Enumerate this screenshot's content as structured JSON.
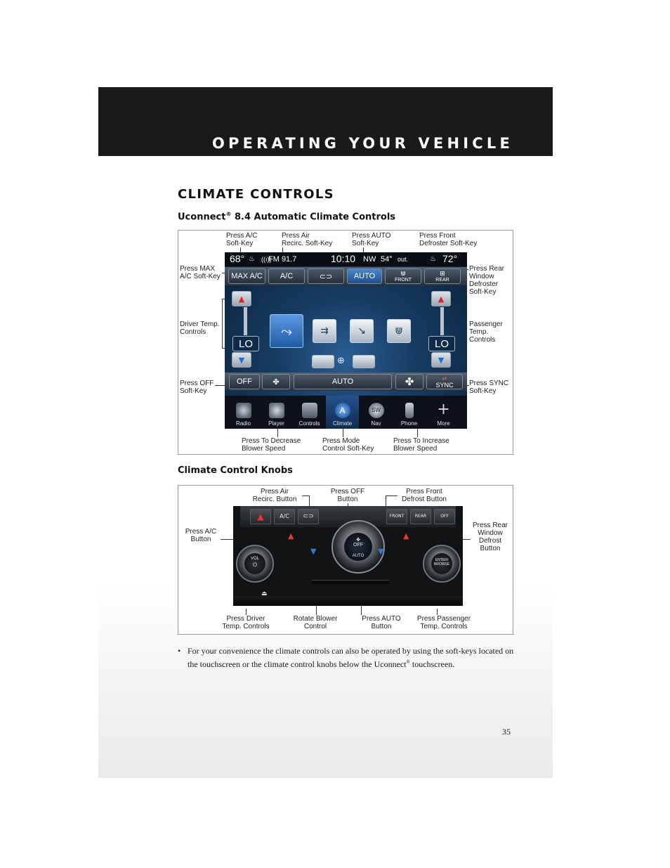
{
  "header": {
    "title": "OPERATING YOUR VEHICLE"
  },
  "section": {
    "title": "CLIMATE CONTROLS",
    "subtitle_prefix": "Uconnect",
    "subtitle_reg": "®",
    "subtitle_suffix": " 8.4 Automatic Climate Controls"
  },
  "figure1": {
    "callouts": {
      "ac_key": [
        "Press A/C",
        "Soft-Key"
      ],
      "recirc_key": [
        "Press Air",
        "Recirc. Soft-Key"
      ],
      "auto_key": [
        "Press AUTO",
        "Soft-Key"
      ],
      "front_defrost_key": [
        "Press Front",
        "Defroster Soft-Key"
      ],
      "max_ac_key": [
        "Press MAX",
        "A/C Soft-Key"
      ],
      "rear_defrost_key": [
        "Press Rear",
        "Window",
        "Defroster",
        "Soft-Key"
      ],
      "driver_temp": [
        "Driver Temp.",
        "Controls"
      ],
      "passenger_temp": [
        "Passenger",
        "Temp.",
        "Controls"
      ],
      "off_key": [
        "Press OFF",
        "Soft-Key"
      ],
      "sync_key": [
        "Press SYNC",
        "Soft-Key"
      ],
      "decrease_blower": [
        "Press To Decrease",
        "Blower Speed"
      ],
      "mode_key": [
        "Press Mode",
        "Control Soft-Key"
      ],
      "increase_blower": [
        "Press To Increase",
        "Blower Speed"
      ]
    },
    "screen": {
      "status": {
        "driver_temp": "68°",
        "radio": "FM 91.7",
        "time": "10:10",
        "compass": "NW",
        "outside_temp": "54°",
        "outside_label": "out.",
        "passenger_temp": "72°"
      },
      "keys": {
        "max_ac": "MAX A/C",
        "ac": "A/C",
        "auto": "AUTO",
        "front": "FRONT",
        "rear": "REAR"
      },
      "driver_setting": "LO",
      "passenger_setting": "LO",
      "fan_row": {
        "off": "OFF",
        "auto": "AUTO",
        "sync": "SYNC"
      },
      "nav": [
        "Radio",
        "Player",
        "Controls",
        "Climate",
        "Nav",
        "Phone",
        "More"
      ]
    }
  },
  "knobs_section": {
    "title": "Climate Control Knobs"
  },
  "figure2": {
    "callouts": {
      "recirc_button": [
        "Press Air",
        "Recirc. Button"
      ],
      "off_button": [
        "Press OFF",
        "Button"
      ],
      "front_defrost_button": [
        "Press Front",
        "Defrost Button"
      ],
      "ac_button": [
        "Press A/C",
        "Button"
      ],
      "rear_defrost_button": [
        "Press Rear",
        "Window",
        "Defrost",
        "Button"
      ],
      "driver_temp": [
        "Press Driver",
        "Temp. Controls"
      ],
      "blower_control": [
        "Rotate Blower",
        "Control"
      ],
      "auto_button": [
        "Press AUTO",
        "Button"
      ],
      "passenger_temp": [
        "Press Passenger",
        "Temp. Controls"
      ]
    },
    "photo": {
      "ac": "A/C",
      "off": "OFF",
      "auto": "AUTO",
      "front": "FRONT",
      "rear": "REAR",
      "vol": "VOL",
      "enter": "ENTER/ BROWSE"
    }
  },
  "bullet": {
    "mark": "•",
    "text_a": "For your convenience the climate controls can also be operated by using the soft-keys located on the touchscreen or the climate control knobs below the Uconnect",
    "reg": "®",
    "text_b": " touchscreen."
  },
  "page_number": "35",
  "colors": {
    "header_bg": "#1a1a1a",
    "screen_accent": "#2f6fb8",
    "arrow_red": "#d9242a",
    "arrow_blue": "#1f6fd1"
  }
}
